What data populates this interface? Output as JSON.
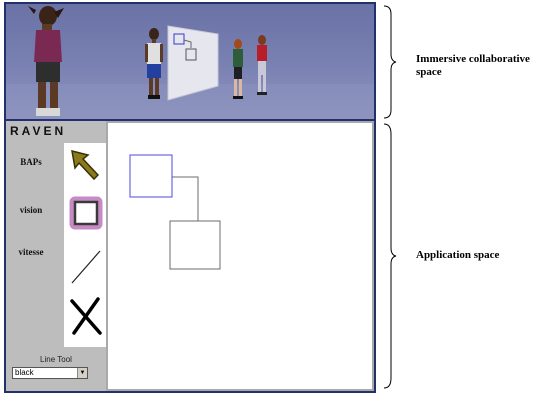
{
  "application": {
    "title": "RAVEN",
    "tools": [
      {
        "label": "BAPs",
        "icon": "arrow-cursor-icon"
      },
      {
        "label": "vision",
        "icon": "rectangle-tool-icon"
      },
      {
        "label": "vitesse",
        "icon": "line-tool-icon"
      },
      {
        "label": "",
        "icon": "delete-x-icon"
      }
    ],
    "line_tool": {
      "label": "Line Tool",
      "selected_color": "black"
    }
  },
  "captions": {
    "immersive": "Immersive collaborative space",
    "application": "Application space"
  },
  "colors": {
    "frame": "#22316b",
    "scene_sky": "#7a82b3",
    "selected_box": "#4a4adf",
    "diagram_line": "#6b6b6b",
    "tool_highlight": "#c78ac4"
  }
}
